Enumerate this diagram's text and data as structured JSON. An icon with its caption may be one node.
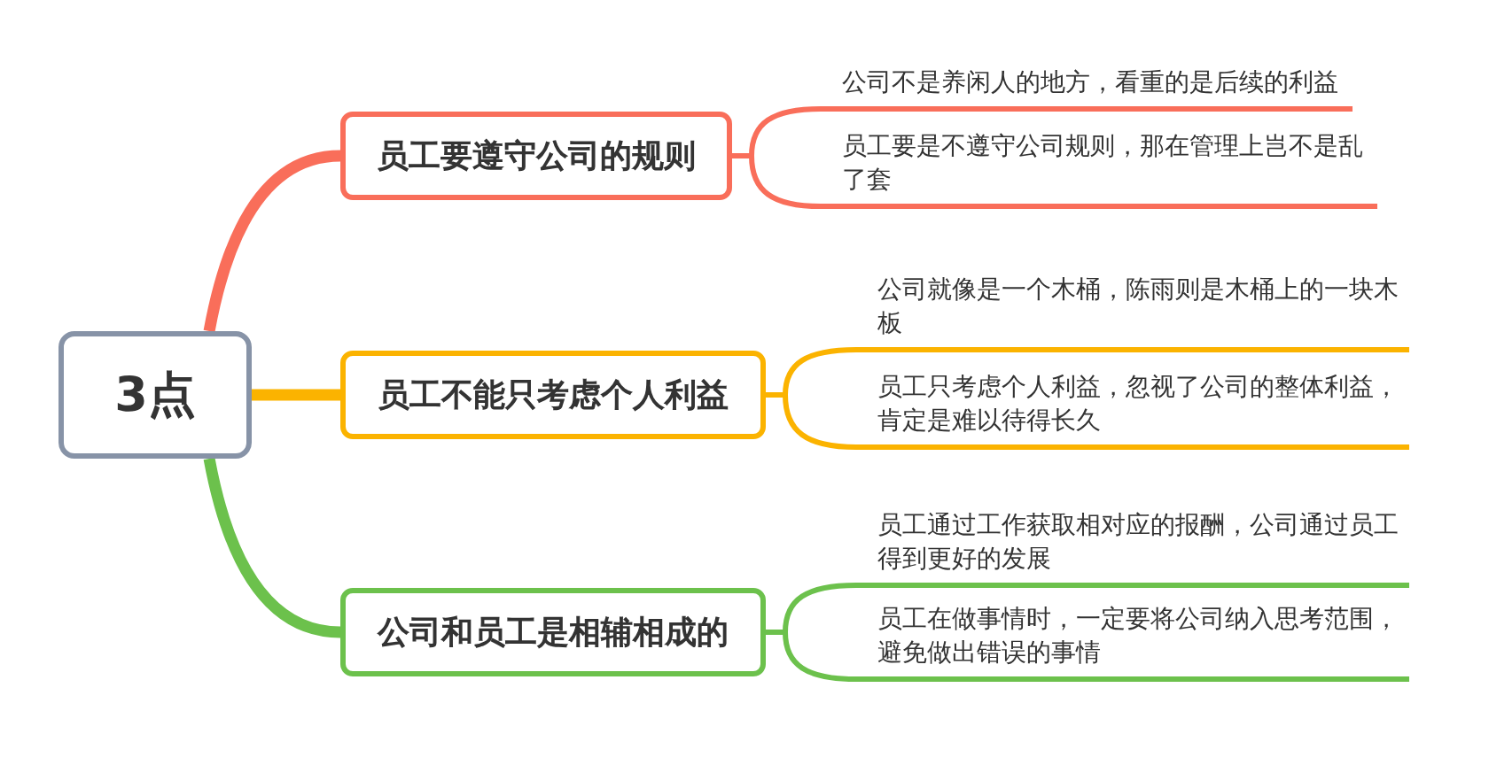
{
  "diagram": {
    "nodes": [
      {
        "text": [
          "3点"
        ]
      },
      {
        "text": [
          "员工要遵守公司的规则"
        ]
      },
      {
        "text": [
          "公司不是养闲人的地方，看重的是后续的利益"
        ]
      },
      {
        "text": [
          "员工要是不遵守公司规则，那在管理上岂不是乱了套"
        ]
      },
      {
        "text": [
          "员工不能只考虑个人利益"
        ]
      },
      {
        "text": [
          "公司就像是一个木桶，陈雨则是木桶上的一块木板"
        ]
      },
      {
        "text": [
          "员工只考虑个人利益，忽视了公司的整体利益，肯定是难以待得长久"
        ]
      },
      {
        "text": [
          "公司和员工是相辅相成的"
        ]
      },
      {
        "text": [
          "员工通过工作获取相对应的报酬，公司通过员工得到更好的发展"
        ]
      },
      {
        "text": [
          "员工在做事情时，一定要将公司纳入思考范围，避免做出错误的事情"
        ]
      }
    ],
    "edges": [
      {
        "from": 0,
        "to": 1,
        "arrow": "none",
        "style": "thick",
        "color": "#f96e5a"
      },
      {
        "from": 0,
        "to": 4,
        "arrow": "none",
        "style": "thick",
        "color": "#fbb300"
      },
      {
        "from": 0,
        "to": 7,
        "arrow": "none",
        "style": "thick",
        "color": "#6cc14c"
      },
      {
        "from": 1,
        "to": 2,
        "arrow": "none",
        "color": "#f96e5a"
      },
      {
        "from": 1,
        "to": 3,
        "arrow": "none",
        "color": "#f96e5a"
      },
      {
        "from": 4,
        "to": 5,
        "arrow": "none",
        "color": "#fbb300"
      },
      {
        "from": 4,
        "to": 6,
        "arrow": "none",
        "color": "#fbb300"
      },
      {
        "from": 7,
        "to": 8,
        "arrow": "none",
        "color": "#6cc14c"
      },
      {
        "from": 7,
        "to": 9,
        "arrow": "none",
        "color": "#6cc14c"
      }
    ]
  }
}
